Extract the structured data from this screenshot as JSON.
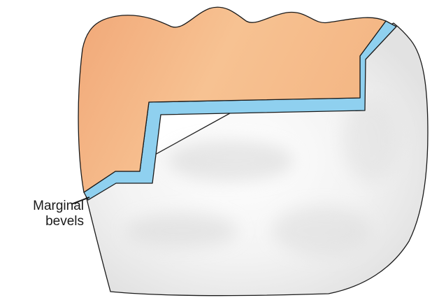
{
  "annotation": {
    "line1": "Marginal",
    "line2": "bevels"
  },
  "colors": {
    "restoration": "#f4b183",
    "bevel": "#8fd0ef",
    "tooth": "#f2f2f2",
    "outline": "#1a1a1a"
  },
  "icons": {
    "tooth": "tooth-illustration",
    "restoration": "onlay-restoration",
    "bevel": "marginal-bevel-band",
    "leader": "leader-line"
  }
}
